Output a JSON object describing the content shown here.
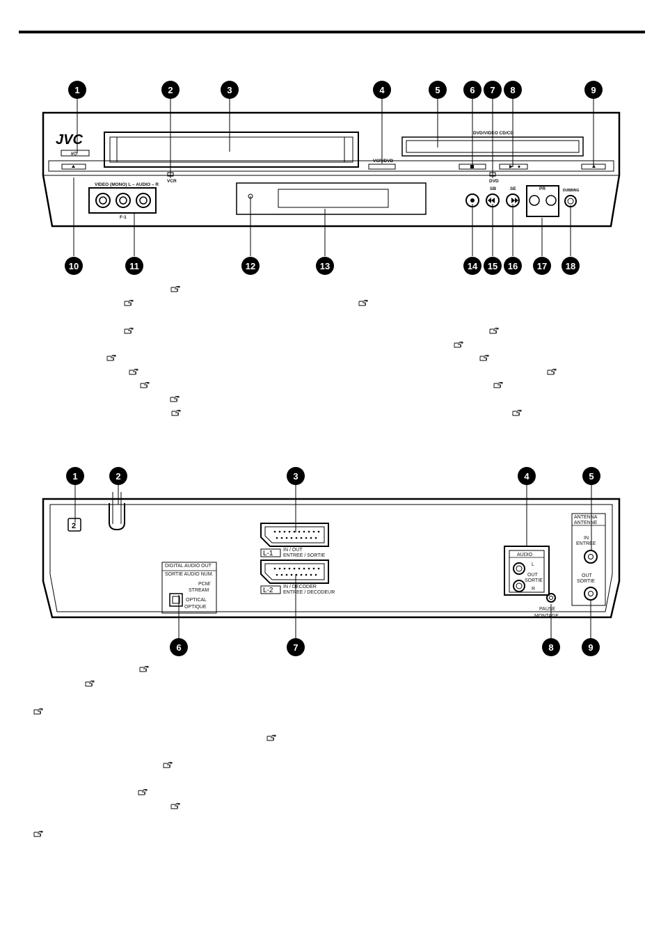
{
  "front_panel": {
    "brand": "JVC",
    "labels": {
      "power_button": "I/⏻",
      "vcr_indicator": "VCR",
      "vcr_dvd_button": "VCR/DVD",
      "disc_tray_label": "DVD/VIDEO CD/CD",
      "dvd_indicator": "DVD",
      "front_input_label": "VIDEO (MONO) L – AUDIO – R",
      "front_input_name": "F-1",
      "rewind_label": "SB",
      "ff_label": "SE",
      "pr_label": "PR",
      "dubbing_button": "DUBBING"
    },
    "callouts": [
      "1",
      "2",
      "3",
      "4",
      "5",
      "6",
      "7",
      "8",
      "9",
      "10",
      "11",
      "12",
      "13",
      "14",
      "15",
      "16",
      "17",
      "18"
    ]
  },
  "rear_panel": {
    "labels": {
      "power_cord_badge": "2",
      "digital_audio_out": "DIGITAL AUDIO OUT",
      "sortie_audio_num": "SORTIE AUDIO NUM.",
      "pcm_stream": "PCM/",
      "stream": "STREAM",
      "optical": "OPTICAL",
      "optique": "OPTIQUE",
      "l1_tag": "L-1",
      "l1_text_1": "IN / OUT",
      "l1_text_2": "ENTREE / SORTIE",
      "l2_tag": "L-2",
      "l2_text_1": "IN / DECODER",
      "l2_text_2": "ENTREE / DECODEUR",
      "audio": "AUDIO",
      "audio_l": "L",
      "audio_out": "OUT",
      "audio_sortie": "SORTIE",
      "audio_r": "R",
      "pause_1": "PAUSE",
      "pause_2": "MONTAGE",
      "antenna_1": "ANTENNA",
      "antenna_2": "ANTENNE",
      "ant_in_1": "IN",
      "ant_in_2": "ENTREE",
      "ant_out_1": "OUT",
      "ant_out_2": "SORTIE"
    },
    "callouts": [
      "1",
      "2",
      "3",
      "4",
      "5",
      "6",
      "7",
      "8",
      "9"
    ]
  },
  "reference_icon": "pointing-hand-icon"
}
